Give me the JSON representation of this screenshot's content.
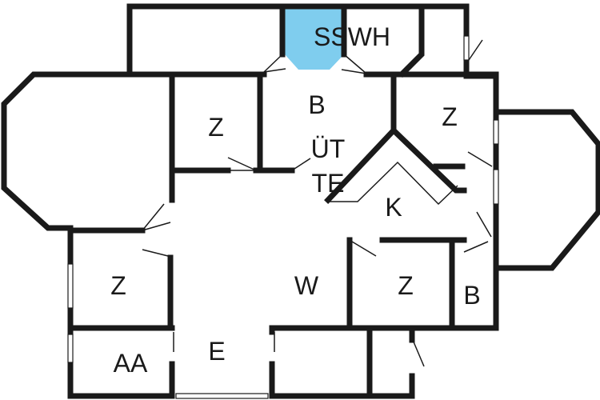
{
  "rooms": {
    "sswh": "SSWH",
    "bath_top": "B",
    "z_top_left": "Z",
    "ut": "ÜT",
    "te": "TE",
    "k": "K",
    "z_top_right": "Z",
    "w": "W",
    "z_middle": "Z",
    "bath_right": "B",
    "z_left": "Z",
    "aa": "AA",
    "e": "E"
  },
  "colors": {
    "wall": "#1a1a1a",
    "highlight": "#7fcdee"
  }
}
